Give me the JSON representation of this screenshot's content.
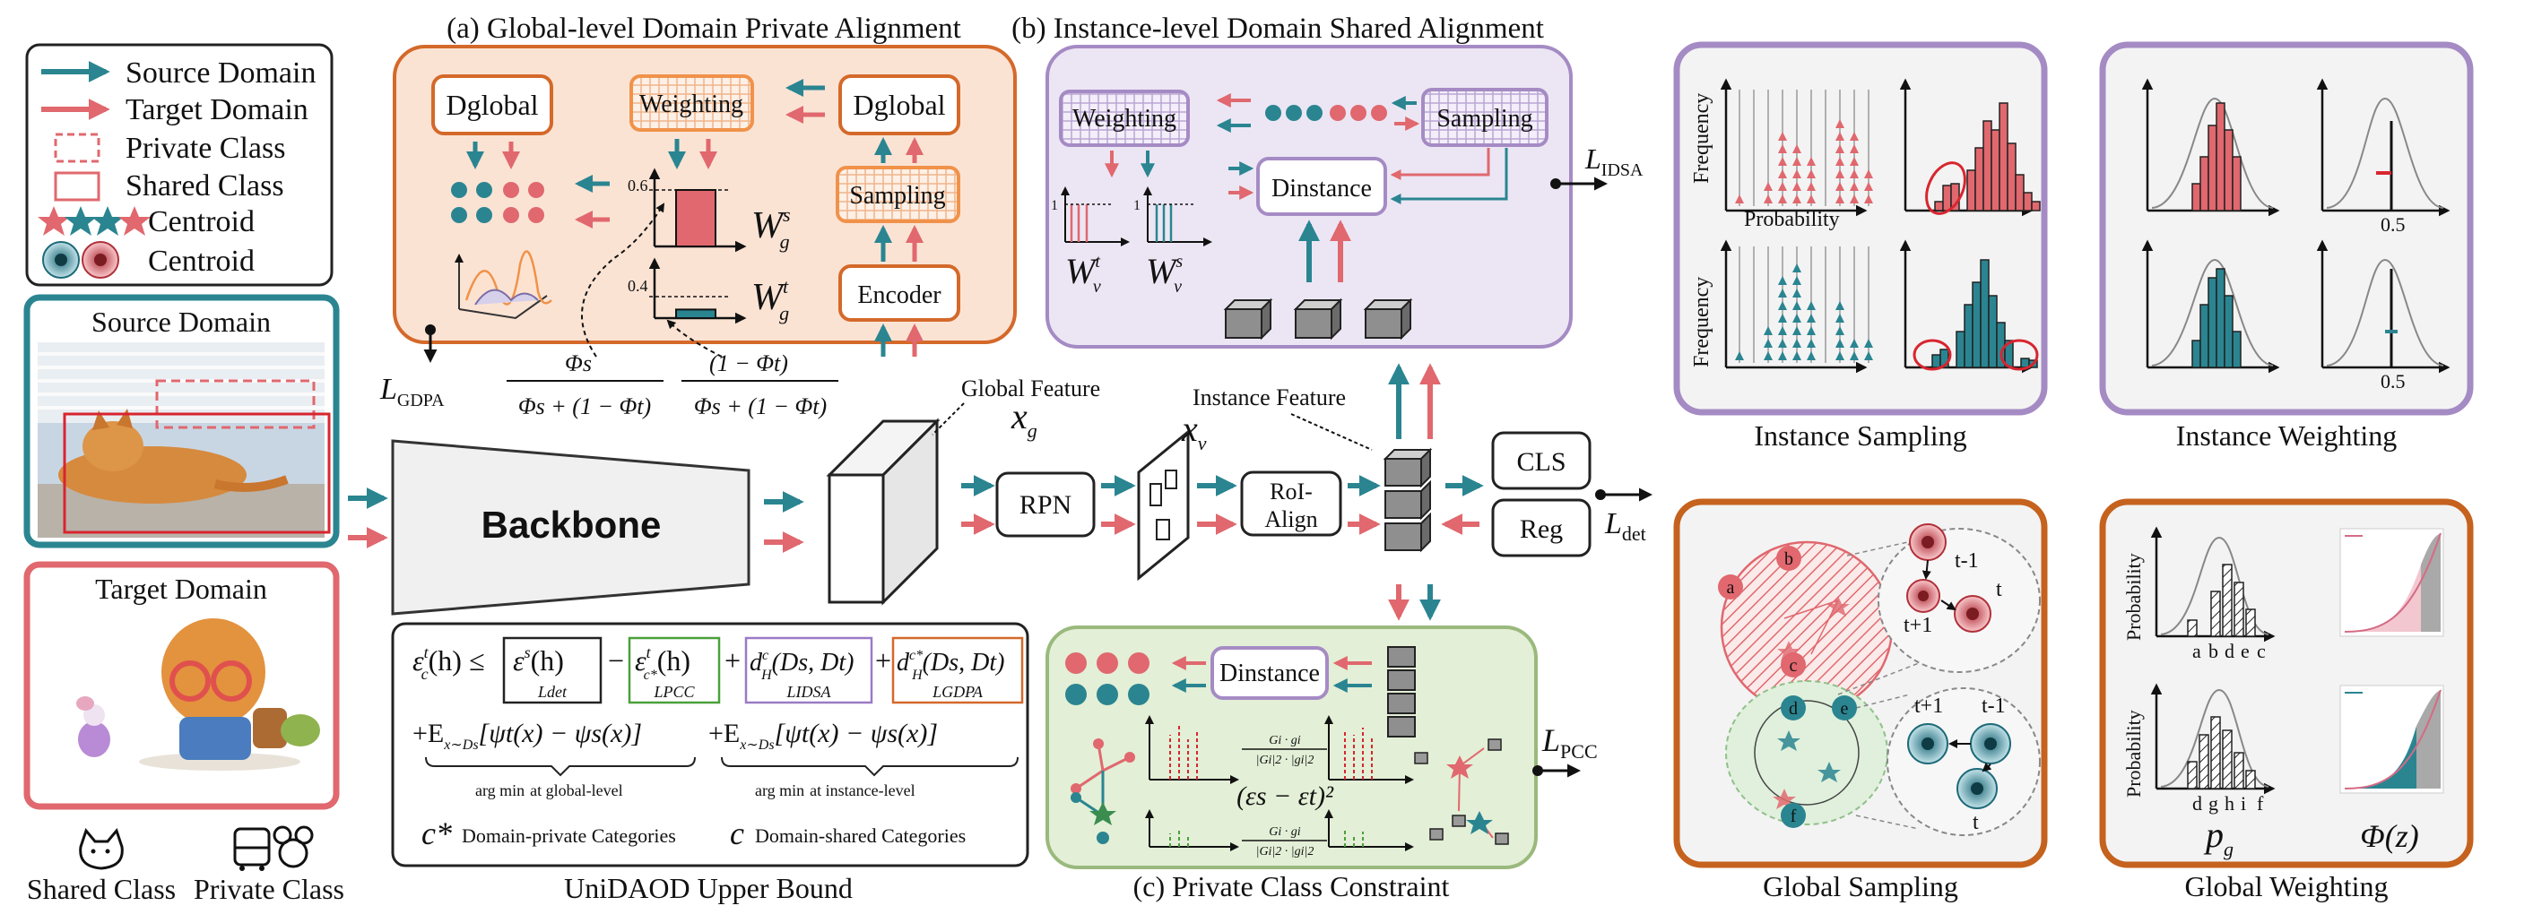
{
  "colors": {
    "source": "#2a8591",
    "target": "#e0686e",
    "gdpa_fill": "#fbe3d4",
    "gdpa_border": "#d4692a",
    "idsa_fill": "#ece6f4",
    "idsa_border": "#a58bc4",
    "pcc_fill": "#e3efd6",
    "pcc_border": "#9ab97d",
    "right_purple": "#a58bc4",
    "right_orange": "#c5621e",
    "weight_red": "#e0686e",
    "weight_teal": "#2a8591"
  },
  "legend": {
    "source_domain": "Source Domain",
    "target_domain": "Target Domain",
    "private_class": "Private Class",
    "shared_class": "Shared Class",
    "centroid_star": "Centroid",
    "centroid_dot": "Centroid"
  },
  "domains": {
    "source_title": "Source Domain",
    "target_title": "Target Domain"
  },
  "bottom_icons": {
    "shared_class": "Shared Class",
    "private_class": "Private Class"
  },
  "gdpa": {
    "title": "(a) Global-level Domain Private Alignment",
    "d_global_left": "Dglobal",
    "weighting": "Weighting",
    "d_global_right": "Dglobal",
    "sampling": "Sampling",
    "encoder": "Encoder",
    "tick_high": "0.6",
    "tick_low": "0.4",
    "ws_label": "W",
    "ws_sup": "s",
    "ws_sub": "g",
    "wt_label": "W",
    "wt_sup": "t",
    "wt_sub": "g",
    "weight_source_value": 0.6,
    "weight_target_value": 0.4,
    "loss_label": "L",
    "loss_sub": "GDPA",
    "phi_num_left": "Φs",
    "phi_den_left": "Φs + (1 − Φt)",
    "phi_num_right": "(1 − Φt)",
    "phi_den_right": "Φs + (1 − Φt)"
  },
  "idsa": {
    "title": "(b) Instance-level Domain Shared Alignment",
    "weighting": "Weighting",
    "sampling": "Sampling",
    "d_instance": "Dinstance",
    "tick_one_a": "1",
    "tick_one_b": "1",
    "wt_label": "W",
    "wt_sup": "t",
    "wt_sub": "v",
    "ws_label": "W",
    "ws_sup": "s",
    "ws_sub": "v",
    "loss_label": "L",
    "loss_sub": "IDSA"
  },
  "pipeline": {
    "backbone": "Backbone",
    "global_feature": "Global Feature",
    "xg": "x",
    "xg_sub": "g",
    "rpn": "RPN",
    "instance_feature": "Instance Feature",
    "xv": "x",
    "xv_sub": "v",
    "roi_line1": "RoI-",
    "roi_line2": "Align",
    "cls": "CLS",
    "reg": "Reg",
    "loss_label": "L",
    "loss_sub": "det"
  },
  "bound": {
    "caption": "UniDAOD Upper Bound",
    "lhs": "ε",
    "lhs_sup": "t",
    "lhs_sub": "c",
    "lhs_arg": "(h) ≤",
    "term1": "ε",
    "term1_sup": "s",
    "term1_arg": "(h)",
    "minus": "−",
    "term2": "ε",
    "term2_sup": "t",
    "term2_sub": "c*",
    "term2_arg": "(h)",
    "plus": "+",
    "term3": "d",
    "term3_sup": "c",
    "term3_sub": "H",
    "term3_arg": "(Ds, Dt)",
    "term4": "d",
    "term4_sup": "c*",
    "term4_sub": "H",
    "term4_arg": "(Ds, Dt)",
    "label1": "Ldet",
    "label2": "LPCC",
    "label3": "LIDSA",
    "label4": "LGDPA",
    "row2_left": "+E",
    "row2_left_sub": "x∼Ds",
    "row2_left_body": "[ψt(x) − ψs(x)]",
    "row2_right": "+E",
    "row2_right_sub": "x∼Ds",
    "row2_right_body": "[ψt(x) − ψs(x)]",
    "argmin_left": "arg min",
    "argmin_left_tail": "at global-level",
    "argmin_right": "arg min",
    "argmin_right_tail": "at instance-level",
    "cstar": "c*",
    "cstar_text": "Domain-private Categories",
    "c": "c",
    "c_text": "Domain-shared Categories"
  },
  "pcc": {
    "title": "(c) Private Class Constraint",
    "d_instance": "Dinstance",
    "formula": "(εs − εt)²",
    "grad_top": "Gi · gi",
    "grad_bottom": "|Gi|2 · |gi|2",
    "loss_label": "L",
    "loss_sub": "PCC"
  },
  "instance_sampling": {
    "caption": "Instance Sampling",
    "y_label": "Frequency",
    "x_label": "Probability",
    "y_label2": "Frequency"
  },
  "instance_weighting": {
    "caption": "Instance Weighting",
    "tick_top": "0.5",
    "tick_bottom": "0.5"
  },
  "global_sampling": {
    "caption": "Global Sampling",
    "nodes": [
      "a",
      "b",
      "c",
      "d",
      "e",
      "f"
    ],
    "t_minus_1_top": "t-1",
    "t_top": "t",
    "t_plus_1_top": "t+1",
    "t_plus_1_bottom": "t+1",
    "t_minus_1_bottom": "t-1",
    "t_bottom": "t"
  },
  "global_weighting": {
    "caption": "Global Weighting",
    "y_label_top": "Probability",
    "y_label_bottom": "Probability",
    "ticks_top": [
      "a",
      "b",
      "d",
      "e",
      "c"
    ],
    "ticks_bottom": [
      "d",
      "g",
      "h",
      "i",
      "f"
    ],
    "pg": "p",
    "pg_sub": "g",
    "phi": "Φ(z)"
  }
}
